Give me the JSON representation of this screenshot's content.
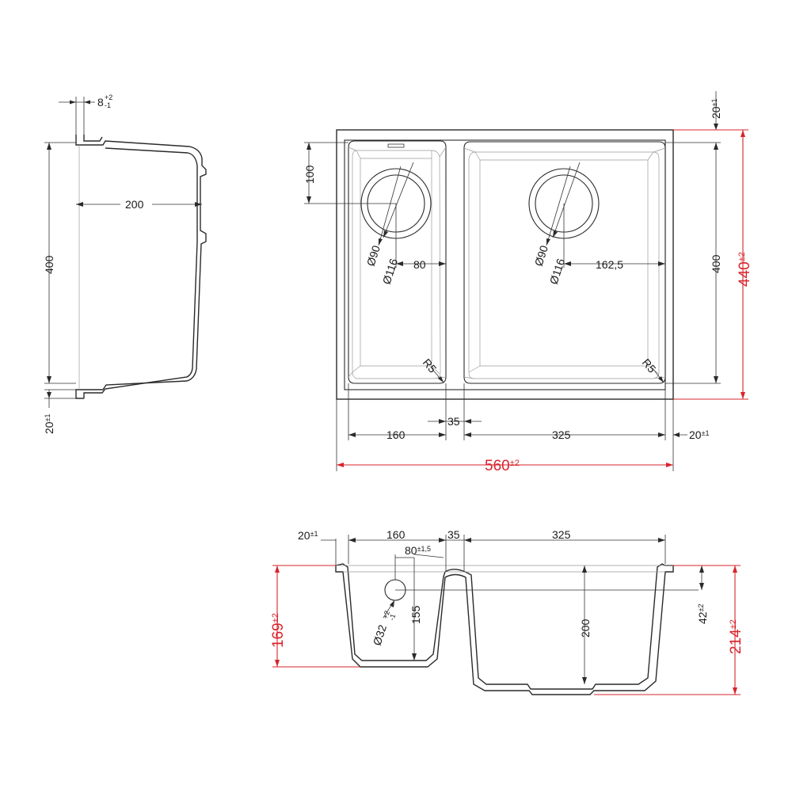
{
  "side_view": {
    "lip": {
      "main": "8",
      "tol": "+2",
      "tol_low": "-1"
    },
    "depth": "200",
    "length": "400",
    "bottom_flange": {
      "main": "20",
      "tol": "±1"
    }
  },
  "top_view": {
    "drain_offset": "100",
    "flange_top": {
      "main": "20",
      "tol": "±1"
    },
    "inner_length": "400",
    "total_length": {
      "main": "440",
      "tol": "±2"
    },
    "left_d90": "Ø90",
    "left_d116": "Ø116",
    "left_offset": "80",
    "right_d90": "Ø90",
    "right_d116": "Ø116",
    "right_offset": "162,5",
    "left_radius": "R5",
    "right_radius": "R5",
    "divider": "35",
    "left_width": "160",
    "right_width": "325",
    "flange_right": {
      "main": "20",
      "tol": "±1"
    },
    "total_width": {
      "main": "560",
      "tol": "±2"
    }
  },
  "front_section": {
    "flange_left": {
      "main": "20",
      "tol": "±1"
    },
    "left_width": "160",
    "divider": "35",
    "right_width": "325",
    "overflow_offset": {
      "main": "80",
      "tol": "±1,5"
    },
    "overflow_diameter": {
      "main": "Ø32",
      "tol": "+2",
      "tol_low": "-1"
    },
    "overflow_height": "155",
    "right_depth": "200",
    "flange_height": {
      "main": "42",
      "tol": "±2"
    },
    "left_height": {
      "main": "169",
      "tol": "±2"
    },
    "right_height": {
      "main": "214",
      "tol": "±2"
    }
  }
}
